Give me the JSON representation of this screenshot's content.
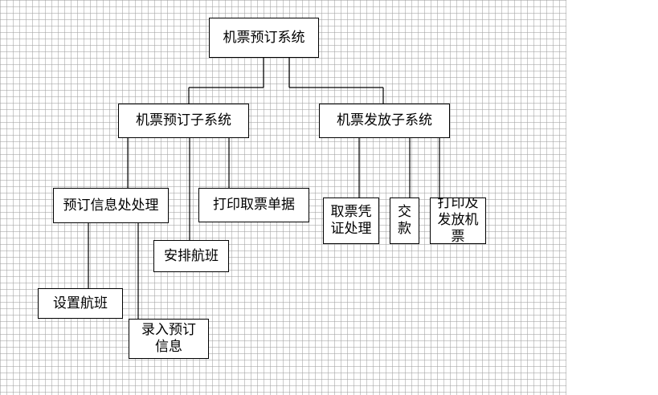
{
  "diagram": {
    "root": "机票预订系统",
    "subsystems": {
      "booking": "机票预订子系统",
      "issuing": "机票发放子系统"
    },
    "booking_children": {
      "process_info": "预订信息处处理",
      "arrange_flight": "安排航班",
      "print_receipt": "打印取票单据"
    },
    "process_children": {
      "set_flight": "设置航班",
      "enter_info": "录入预订信息"
    },
    "issuing_children": {
      "voucher": "取票凭证处理",
      "payment": "交款",
      "print_ticket": "打印及发放机票"
    }
  }
}
